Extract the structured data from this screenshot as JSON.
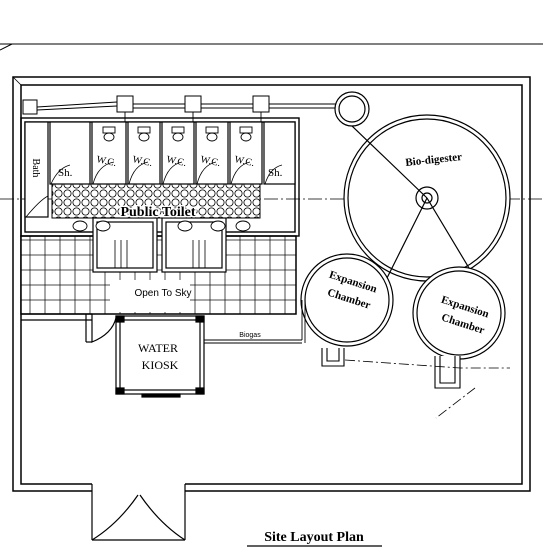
{
  "diagram": {
    "title": "Site Layout Plan",
    "labels": {
      "bath": "Bath",
      "shower_left": "Sh.",
      "shower_right": "Sh.",
      "wc": "W.C.",
      "public_toilet": "Public Toilet",
      "open_to_sky": "Open To Sky",
      "water_kiosk_line1": "WATER",
      "water_kiosk_line2": "KIOSK",
      "biogas": "Biogas",
      "bio_digester": "Bio-digester",
      "expansion_chamber_1_line1": "Expansion",
      "expansion_chamber_1_line2": "Chamber",
      "expansion_chamber_2_line1": "Expansion",
      "expansion_chamber_2_line2": "Chamber"
    }
  }
}
